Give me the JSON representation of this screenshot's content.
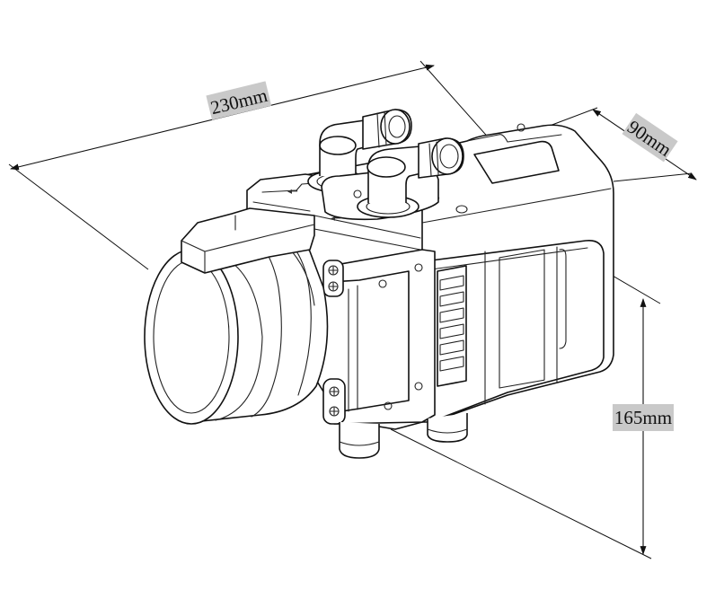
{
  "dimensions": {
    "length": "230mm",
    "width": "90mm",
    "height": "165mm"
  }
}
